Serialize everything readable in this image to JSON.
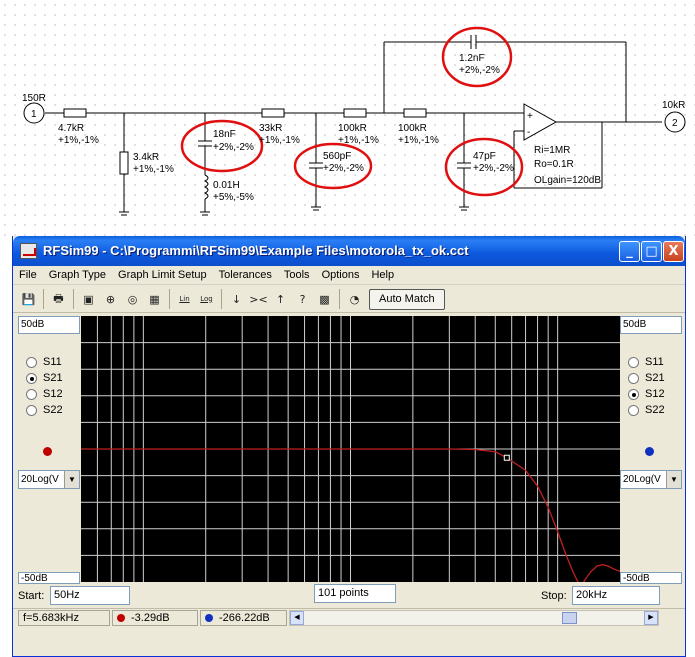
{
  "schematic": {
    "source": {
      "label": "150R",
      "port": "1"
    },
    "load": {
      "label": "10kR",
      "port": "2"
    },
    "r1": {
      "value": "4.7kR",
      "tol": "+1%,-1%"
    },
    "r_shunt": {
      "value": "3.4kR",
      "tol": "+1%,-1%"
    },
    "c1": {
      "value": "18nF",
      "tol": "+2%,-2%"
    },
    "l1": {
      "value": "0.01H",
      "tol": "+5%,-5%"
    },
    "r2": {
      "value": "33kR",
      "tol": "+1%,-1%"
    },
    "c2": {
      "value": "560pF",
      "tol": "+2%,-2%"
    },
    "r3": {
      "value": "100kR",
      "tol": "+1%,-1%"
    },
    "r4": {
      "value": "100kR",
      "tol": "+1%,-1%"
    },
    "c_fb": {
      "value": "1.2nF",
      "tol": "+2%,-2%"
    },
    "c3": {
      "value": "47pF",
      "tol": "+2%,-2%"
    },
    "opamp": {
      "ri": "Ri=1MR",
      "ro": "Ro=0.1R",
      "olgain": "OLgain=120dB"
    }
  },
  "window": {
    "title": "RFSim99 - C:\\Programmi\\RFSim99\\Example Files\\motorola_tx_ok.cct",
    "min": "_",
    "max": "□",
    "close": "X"
  },
  "menu": [
    "File",
    "Graph Type",
    "Graph Limit Setup",
    "Tolerances",
    "Tools",
    "Options",
    "Help"
  ],
  "toolbar": {
    "lin": "Lin",
    "log": "Log",
    "auto_match": "Auto Match"
  },
  "left_panel": {
    "top_scale": "50dB",
    "bottom_scale": "-50dB",
    "options": [
      "S11",
      "S21",
      "S12",
      "S22"
    ],
    "selected": "S21",
    "marker_color": "#c00000",
    "format": "20Log(V"
  },
  "right_panel": {
    "top_scale": "50dB",
    "bottom_scale": "-50dB",
    "options": [
      "S11",
      "S21",
      "S12",
      "S22"
    ],
    "selected": "S12",
    "marker_color": "#1030c0",
    "format": "20Log(V"
  },
  "bottom": {
    "start_label": "Start:",
    "start_value": "50Hz",
    "points": "101 points",
    "stop_label": "Stop:",
    "stop_value": "20kHz"
  },
  "status": {
    "freq": "f=5.683kHz",
    "s21": "-3.29dB",
    "s12": "-266.22dB"
  },
  "chart_data": {
    "type": "line",
    "ylim": [
      -50,
      50
    ],
    "xlim_hz": [
      50,
      20000
    ],
    "grid": true,
    "series": [
      {
        "values_db": [
          [
            50,
            0
          ],
          [
            1000,
            0
          ],
          [
            3000,
            0
          ],
          [
            4000,
            -0.2
          ],
          [
            5000,
            -1.0
          ],
          [
            5683,
            -3.29
          ],
          [
            7000,
            -8
          ],
          [
            8000,
            -14
          ],
          [
            9000,
            -22
          ],
          [
            10000,
            -31
          ],
          [
            11000,
            -40
          ],
          [
            12000,
            -47
          ],
          [
            12900,
            -52
          ],
          [
            13600,
            -49
          ],
          [
            14500,
            -46
          ],
          [
            15500,
            -44
          ],
          [
            16500,
            -43.5
          ],
          [
            17500,
            -44
          ],
          [
            18500,
            -45
          ],
          [
            20000,
            -46
          ]
        ],
        "color": "#c02020"
      }
    ],
    "marker_hz": 5683
  }
}
